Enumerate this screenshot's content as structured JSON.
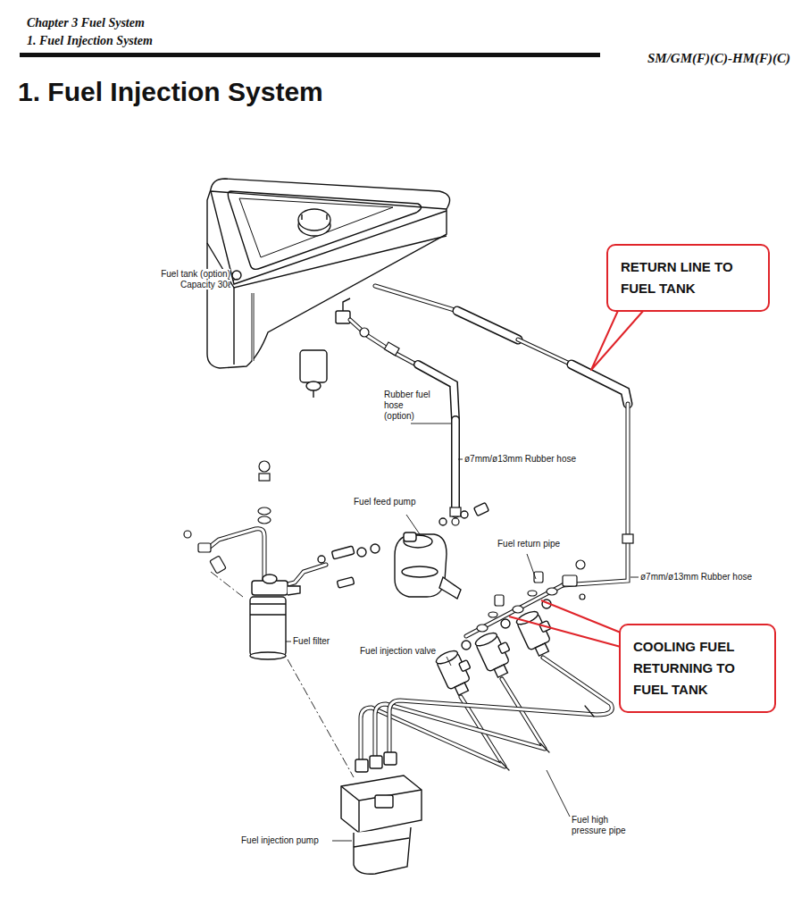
{
  "diagram": {
    "title": "1. Fuel Injection System",
    "nodes": [
      {
        "text": [
          "RETURN LINE TO FUEL TANK"
        ]
      },
      {
        "text": [
          "COOLING FUEL RETURNING TO FUEL TANK"
        ]
      }
    ],
    "labels": [
      "Chapter 3 Fuel System",
      "1. Fuel Injection System",
      "SM/GM(F)(C)-HM(F)(C)",
      "Fuel tank (option) Capacity 30ℓ",
      "Rubber fuel hose (option)",
      "ø7mm/ø13mm Rubber hose",
      "Fuel feed pump",
      "Fuel return pipe",
      "ø7mm/ø13mm Rubber hose",
      "Fuel filter",
      "Fuel injection valve",
      "Fuel high pressure pipe",
      "Fuel injection pump"
    ]
  }
}
